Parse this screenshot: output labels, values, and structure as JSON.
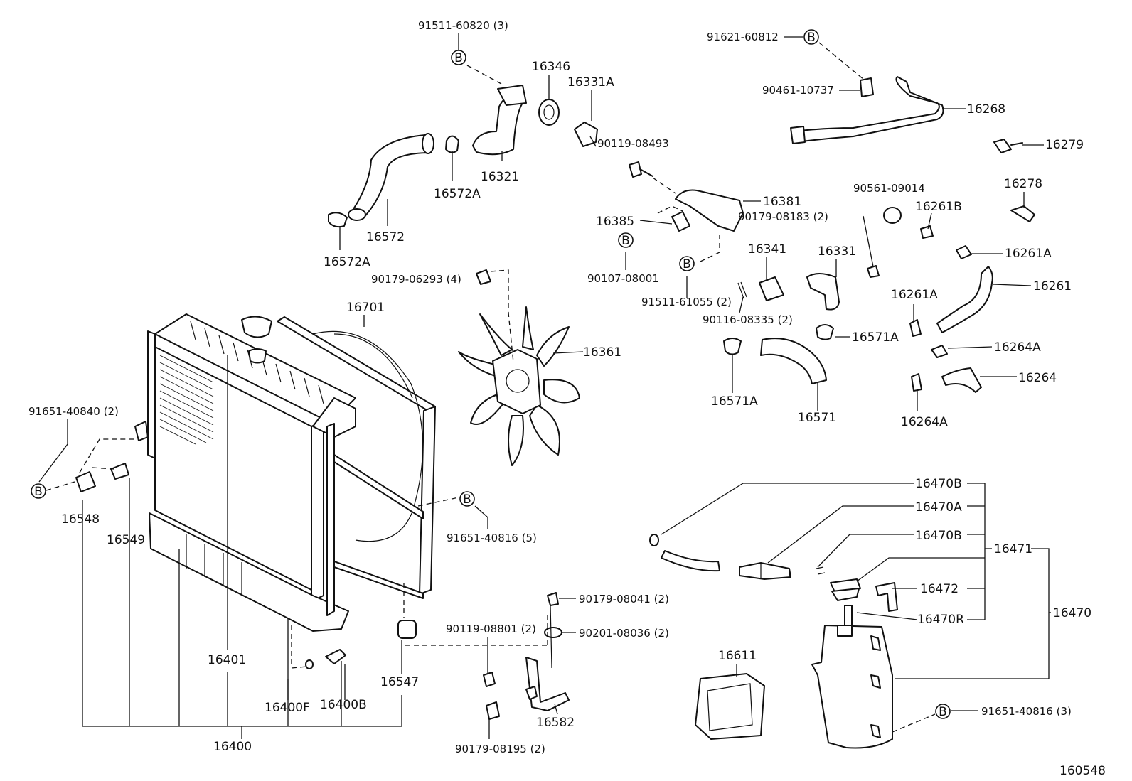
{
  "diagram": {
    "figure_number": "160548",
    "callout_symbol": "B",
    "labels": {
      "p91511_60820": "91511-60820 (3)",
      "p16346": "16346",
      "p16331A": "16331A",
      "p90119_08493": "90119-08493",
      "p16321": "16321",
      "p16572A_top": "16572A",
      "p16572": "16572",
      "p16572A_bot": "16572A",
      "p91621_60812": "91621-60812",
      "p90461_10737": "90461-10737",
      "p16268": "16268",
      "p16279": "16279",
      "p16278": "16278",
      "p90561_09014": "90561-09014",
      "p16261B": "16261B",
      "p16381": "16381",
      "p90179_08183": "90179-08183 (2)",
      "p16385": "16385",
      "p16261A_r": "16261A",
      "p90107_08001": "90107-08001",
      "p16341": "16341",
      "p16331": "16331",
      "p16261": "16261",
      "p90179_06293": "90179-06293 (4)",
      "p91511_61055": "91511-61055 (2)",
      "p90116_08335": "90116-08335 (2)",
      "p16261A_l": "16261A",
      "p16701": "16701",
      "p16571A_r": "16571A",
      "p16361": "16361",
      "p16264A_r": "16264A",
      "p16264": "16264",
      "p16571A_l": "16571A",
      "p16571": "16571",
      "p16264A_b": "16264A",
      "p91651_40840": "91651-40840 (2)",
      "p16548": "16548",
      "p16549": "16549",
      "p91651_40816_a": "91651-40816 (5)",
      "p16470B_a": "16470B",
      "p16470A": "16470A",
      "p16470B_b": "16470B",
      "p16471": "16471",
      "p16472": "16472",
      "p16470": "16470",
      "p16470R": "16470R",
      "p90179_08041": "90179-08041 (2)",
      "p90119_08801": "90119-08801 (2)",
      "p90201_08036": "90201-08036 (2)",
      "p16401": "16401",
      "p16547": "16547",
      "p16611": "16611",
      "p16400F": "16400F",
      "p16400B": "16400B",
      "p16582": "16582",
      "p91651_40816_b": "91651-40816 (3)",
      "p16400": "16400",
      "p90179_08195": "90179-08195 (2)"
    }
  }
}
